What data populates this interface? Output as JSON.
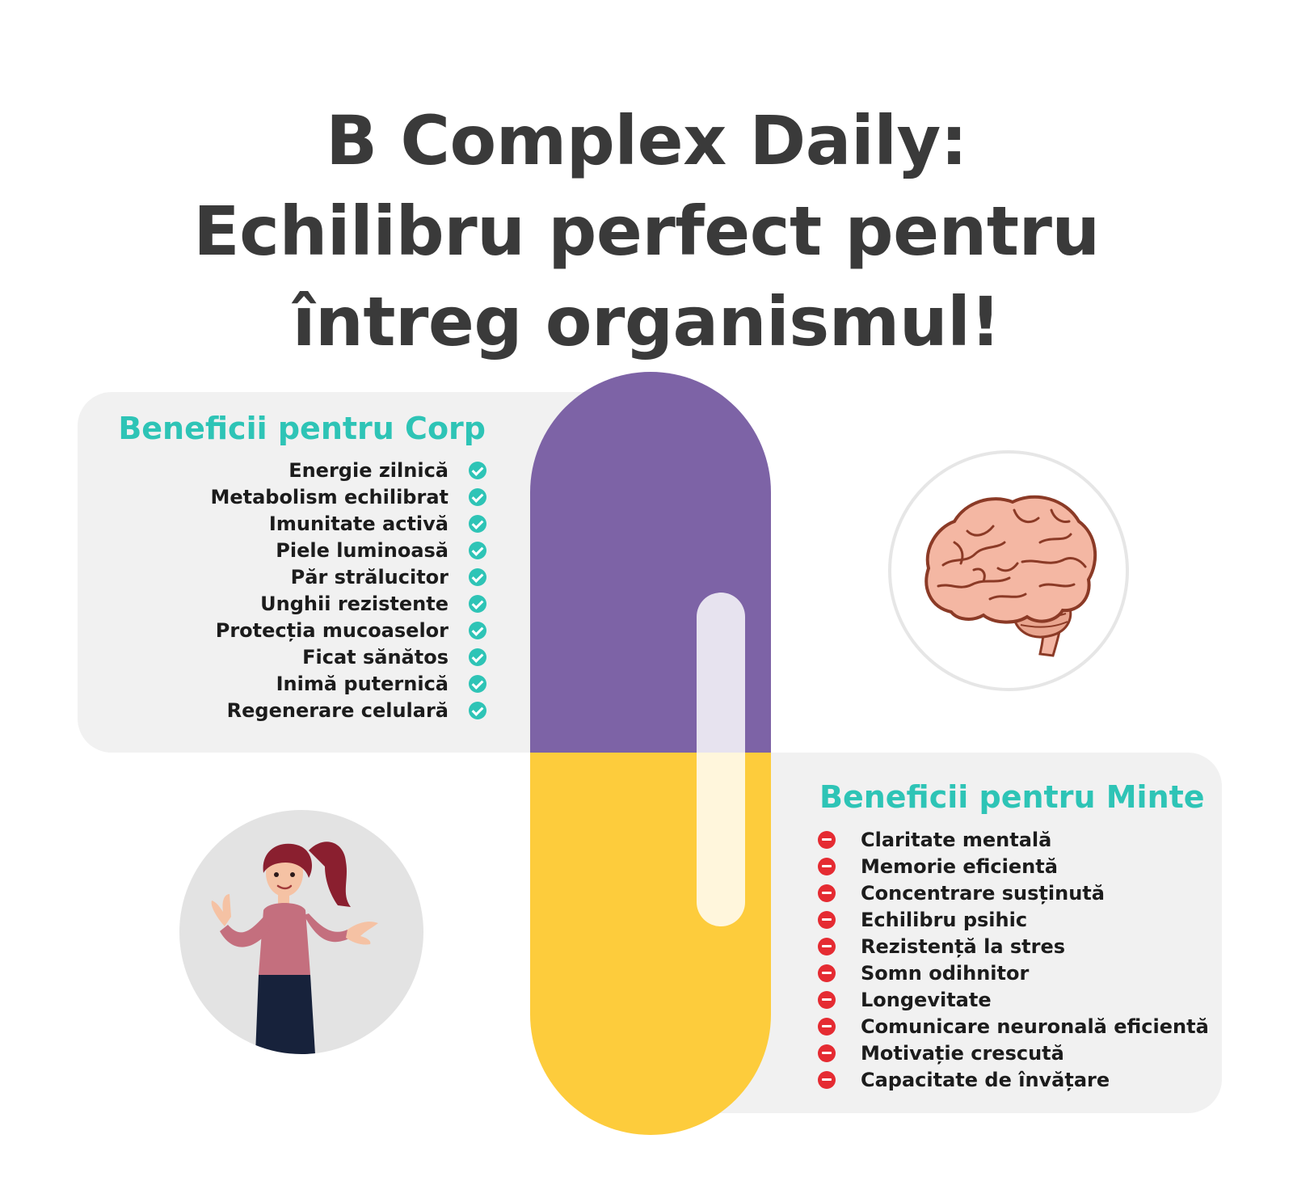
{
  "title": {
    "line1": "B Complex Daily:",
    "line2": "Echilibru perfect pentru",
    "line3": "întreg organismul!"
  },
  "corp": {
    "heading": "Beneficii pentru Corp",
    "icon": "check-circle-icon",
    "items": [
      "Energie zilnică",
      "Metabolism echilibrat",
      "Imunitate activă",
      "Piele luminoasă",
      "Păr strălucitor",
      "Unghii rezistente",
      "Protecția mucoaselor",
      "Ficat sănătos",
      "Inimă puternică",
      "Regenerare celulară"
    ]
  },
  "minte": {
    "heading": "Beneficii pentru Minte",
    "icon": "minus-circle-icon",
    "items": [
      "Claritate mentală",
      "Memorie eficientă",
      "Concentrare susținută",
      "Echilibru psihic",
      "Rezistență la stres",
      "Somn odihnitor",
      "Longevitate",
      "Comunicare neuronală eficientă",
      "Motivație crescută",
      "Capacitate de învățare"
    ]
  },
  "illustrations": {
    "brain": "brain-illustration",
    "woman": "woman-illustration"
  },
  "colors": {
    "accent_teal": "#2ec4b6",
    "pill_purple": "#7d63a6",
    "pill_yellow": "#fdcc3c",
    "minus_red": "#e52b32",
    "title_gray": "#3a3a3a",
    "panel_gray": "#f1f1f1"
  }
}
